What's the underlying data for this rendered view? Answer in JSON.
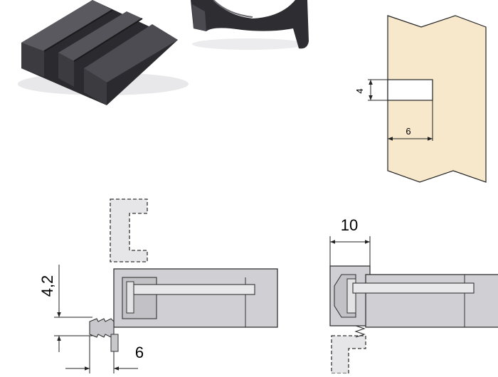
{
  "colors": {
    "part_dark": "#2b2a2e",
    "part_shade": "#3c3b40",
    "part_light": "#5a595f",
    "panel_fill": "#f7e8cc",
    "drawing_gray": "#d0d0d4",
    "line": "#222222"
  },
  "panel_detail": {
    "depth_label": "4",
    "width_label": "6"
  },
  "left_section": {
    "height_label": "4,2",
    "width_label": "6"
  },
  "right_section": {
    "width_label": "10"
  }
}
